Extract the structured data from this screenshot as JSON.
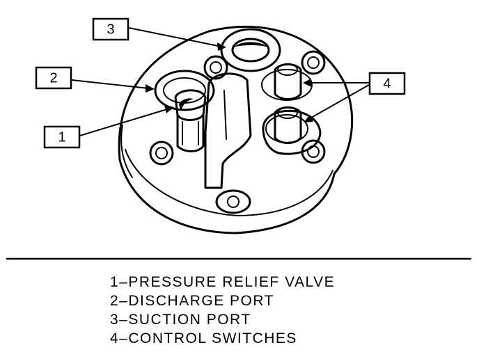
{
  "callouts": [
    {
      "num": "1",
      "text": "1–PRESSURE RELIEF VALVE"
    },
    {
      "num": "2",
      "text": "2–DISCHARGE PORT"
    },
    {
      "num": "3",
      "text": "3–SUCTION PORT"
    },
    {
      "num": "4",
      "text": "4–CONTROL SWITCHES"
    }
  ],
  "colors": {
    "ink": "#000000",
    "paper": "#ffffff"
  }
}
